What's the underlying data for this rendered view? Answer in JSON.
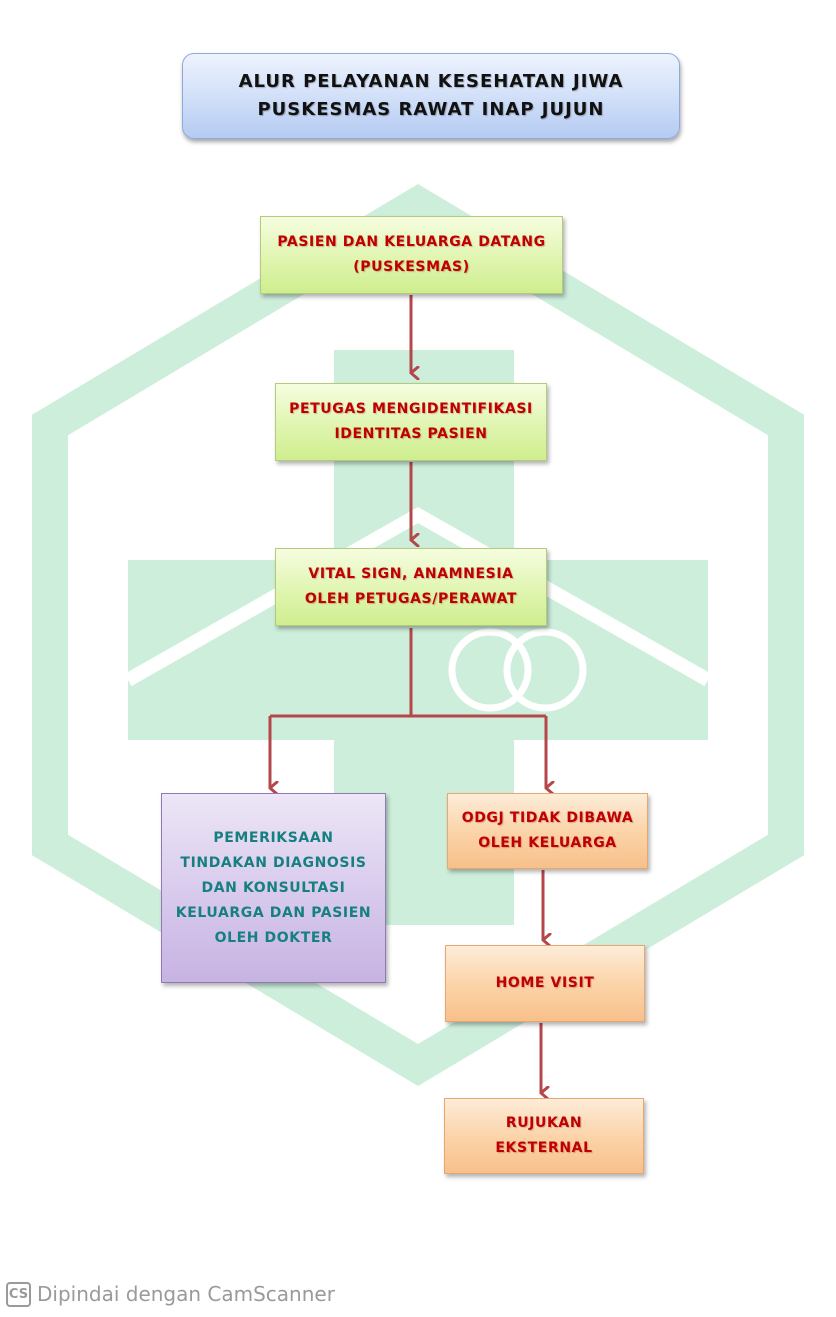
{
  "title": {
    "line1": "ALUR PELAYANAN KESEHATAN JIWA",
    "line2": "PUSKESMAS RAWAT INAP JUJUN"
  },
  "steps": {
    "arrival": {
      "lines": [
        "PASIEN DAN KELUARGA DATANG",
        "(PUSKESMAS)"
      ]
    },
    "identification": {
      "lines": [
        "PETUGAS MENGIDENTIFIKASI",
        "IDENTITAS PASIEN"
      ]
    },
    "vital_sign": {
      "lines": [
        "VITAL SIGN, ANAMNESIA",
        "OLEH PETUGAS/PERAWAT"
      ]
    },
    "examination": {
      "lines": [
        "PEMERIKSAAN",
        "TINDAKAN DIAGNOSIS",
        "DAN KONSULTASI",
        "KELUARGA DAN PASIEN",
        "OLEH DOKTER"
      ]
    },
    "odgj_not_brought": {
      "lines": [
        "ODGJ TIDAK DIBAWA",
        "OLEH KELUARGA"
      ]
    },
    "home_visit": {
      "lines": [
        "HOME VISIT"
      ]
    },
    "external_referral": {
      "lines": [
        "RUJUKAN",
        "EKSTERNAL"
      ]
    }
  },
  "footer": {
    "badge": "CS",
    "text": "Dipindai dengan CamScanner"
  },
  "colors": {
    "arrow": "#b5474b",
    "watermark": "#cdeedb",
    "red_text": "#c00000",
    "teal_text": "#15807f"
  }
}
